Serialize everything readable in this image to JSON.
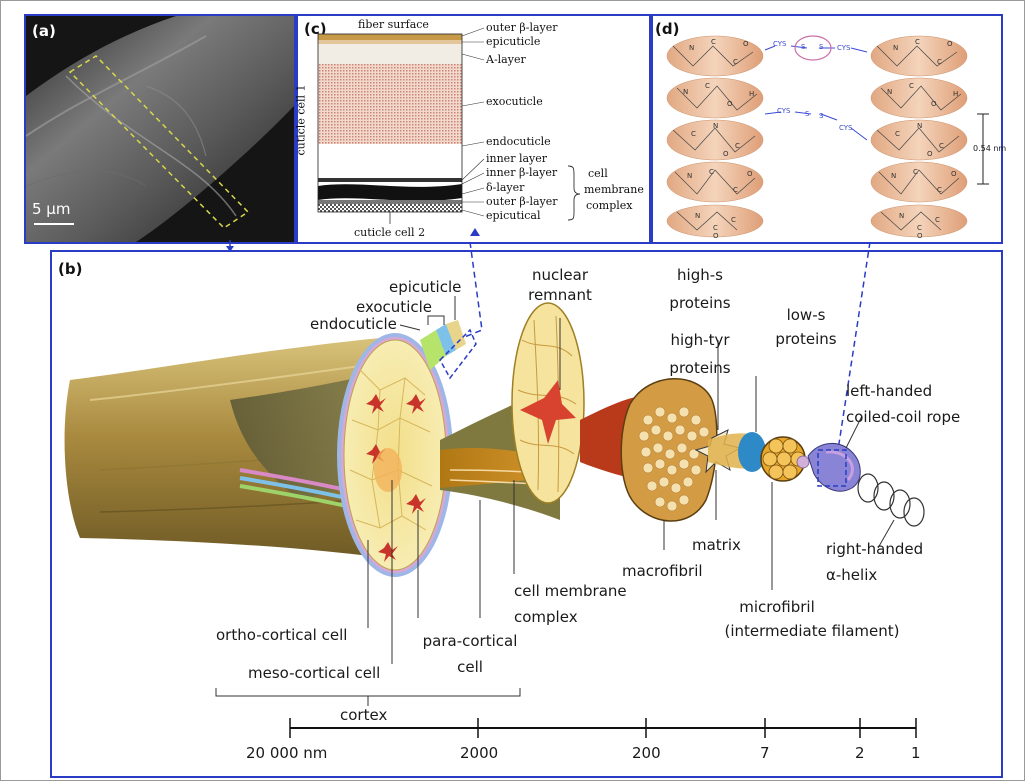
{
  "panels": {
    "a": {
      "label": "(a)",
      "scale_bar": "5 µm"
    },
    "b": {
      "label": "(b)"
    },
    "c": {
      "label": "(c)",
      "top_label": "fiber surface",
      "side_label": "cuticle cell 1",
      "bottom_label": "cuticle cell 2",
      "layers": [
        "outer β-layer",
        "epicuticle",
        "A-layer",
        "exocuticle",
        "endocuticle",
        "inner layer",
        "inner β-layer",
        "δ-layer",
        "outer β-layer",
        "epicutical"
      ],
      "brace_label": [
        "cell",
        "membrane",
        "complex"
      ]
    },
    "d": {
      "label": "(d)",
      "bond": [
        "CYS",
        "S",
        "S",
        "CYS"
      ],
      "spacing": "0.54 nm"
    }
  },
  "diagram_b": {
    "labels": {
      "epicuticle": "epicuticle",
      "exocuticle": "exocuticle",
      "endocuticle": "endocuticle",
      "nuclear_remnant": [
        "nuclear",
        "remnant"
      ],
      "high_s": [
        "high-s",
        "proteins"
      ],
      "high_tyr": [
        "high-tyr",
        "proteins"
      ],
      "low_s": [
        "low-s",
        "proteins"
      ],
      "left_handed": [
        "left-handed",
        "coiled-coil rope"
      ],
      "right_handed": [
        "right-handed",
        "α-helix"
      ],
      "matrix": "matrix",
      "macrofibril": "macrofibril",
      "microfibril": [
        "microfibril",
        "(intermediate filament)"
      ],
      "cell_membrane_complex": [
        "cell membrane",
        "complex"
      ],
      "para_cortical": [
        "para-cortical",
        "cell"
      ],
      "ortho_cortical": "ortho-cortical cell",
      "meso_cortical": "meso-cortical cell",
      "cortex": "cortex"
    },
    "scale": {
      "ticks": [
        "20 000 nm",
        "2000",
        "200",
        "7",
        "2",
        "1"
      ]
    }
  }
}
